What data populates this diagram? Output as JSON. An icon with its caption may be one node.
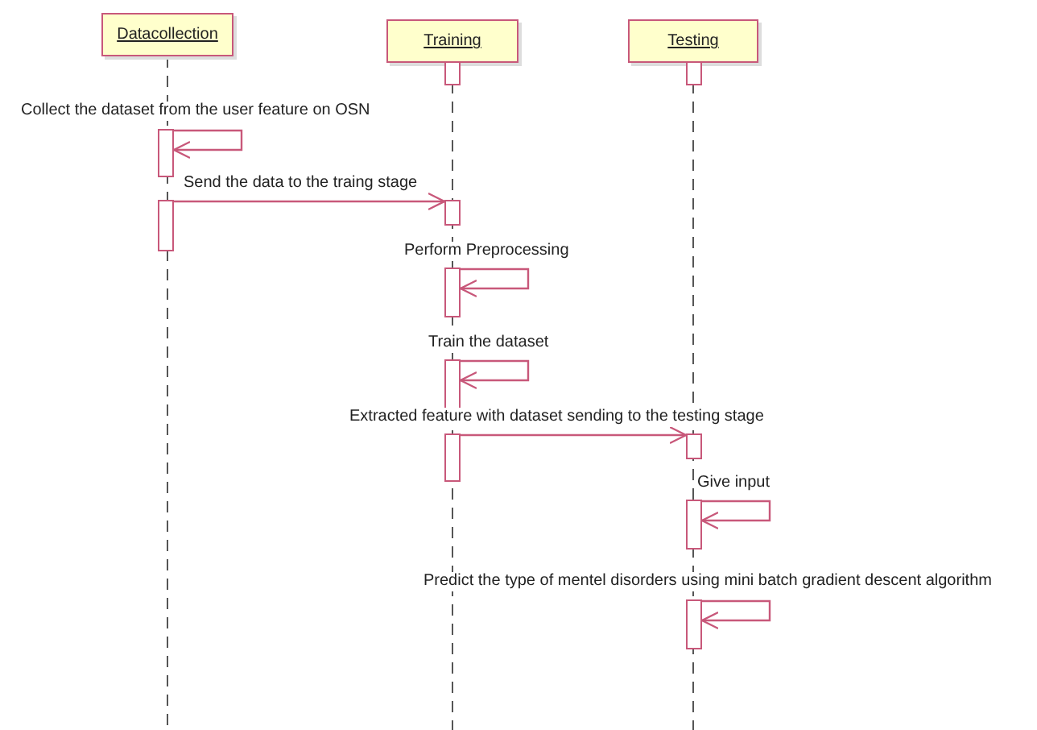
{
  "diagram": {
    "nodes": [
      {
        "text": [
          "Datacollection"
        ]
      },
      {
        "text": [
          "Training"
        ]
      },
      {
        "text": [
          "Testing"
        ]
      },
      {
        "text": [],
        "shape": "bar"
      },
      {
        "text": [],
        "shape": "bar"
      },
      {
        "text": [],
        "shape": "bar"
      },
      {
        "text": [],
        "shape": "bar"
      },
      {
        "text": [],
        "shape": "bar"
      },
      {
        "text": [],
        "shape": "bar"
      },
      {
        "text": [],
        "shape": "bar"
      },
      {
        "text": [],
        "shape": "bar"
      },
      {
        "text": [],
        "shape": "bar"
      },
      {
        "text": [],
        "shape": "bar"
      },
      {
        "text": [],
        "shape": "bar"
      }
    ],
    "edges": [
      {
        "from": 5,
        "to": 5,
        "arrow": "to",
        "label": "Collect the dataset from the user feature on OSN"
      },
      {
        "from": 6,
        "to": 7,
        "arrow": "to",
        "label": "Send the data to the traing stage"
      },
      {
        "from": 8,
        "to": 8,
        "arrow": "to",
        "label": "Perform Preprocessing"
      },
      {
        "from": 9,
        "to": 9,
        "arrow": "to",
        "label": "Train the dataset"
      },
      {
        "from": 10,
        "to": 11,
        "arrow": "to",
        "label": "Extracted feature with dataset sending to the testing stage"
      },
      {
        "from": 12,
        "to": 12,
        "arrow": "to",
        "label": "Give input"
      },
      {
        "from": 13,
        "to": 13,
        "arrow": "to",
        "label": "Predict the type of mentel disorders using mini batch gradient descent algorithm"
      }
    ]
  }
}
